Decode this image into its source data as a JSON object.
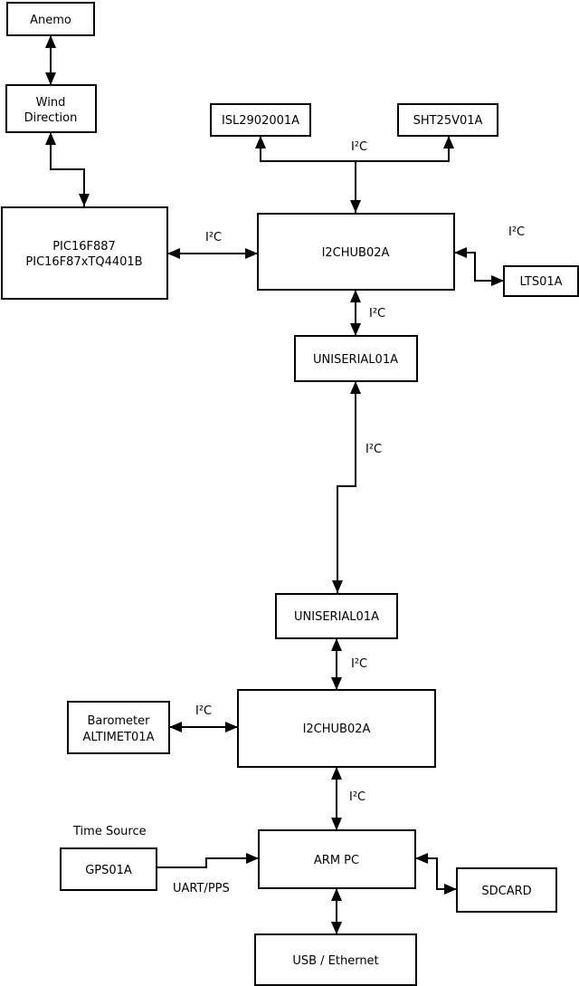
{
  "nodes": {
    "anemo": {
      "label": "Anemo"
    },
    "wind_direction": {
      "lines": [
        "Wind",
        "Direction"
      ]
    },
    "pic": {
      "lines": [
        "PIC16F887",
        "PIC16F87xTQ4401B"
      ]
    },
    "isl": {
      "label": "ISL2902001A"
    },
    "sht": {
      "label": "SHT25V01A"
    },
    "i2chub_top": {
      "label": "I2CHUB02A"
    },
    "lts": {
      "label": "LTS01A"
    },
    "uniserial_top": {
      "label": "UNISERIAL01A"
    },
    "uniserial_bottom": {
      "label": "UNISERIAL01A"
    },
    "barometer": {
      "lines": [
        "Barometer",
        "ALTIMET01A"
      ]
    },
    "i2chub_bottom": {
      "label": "I2CHUB02A"
    },
    "arm_pc": {
      "label": "ARM PC"
    },
    "gps": {
      "label": "GPS01A"
    },
    "sdcard": {
      "label": "SDCARD"
    },
    "usb_ethernet": {
      "label": "USB / Ethernet"
    }
  },
  "edge_labels": {
    "bus_top": "I²C",
    "pic_hub": "I²C",
    "hub_lts": "I²C",
    "hub_uniserial": "I²C",
    "uniserial_link": "I²C",
    "uniserial_hub2": "I²C",
    "barometer_hub2": "I²C",
    "hub2_armpc": "I²C",
    "gps_armpc": "UART/PPS",
    "time_source": "Time Source"
  },
  "colors": {
    "background": "#ffffff",
    "stroke": "#000000",
    "text": "#000000"
  }
}
